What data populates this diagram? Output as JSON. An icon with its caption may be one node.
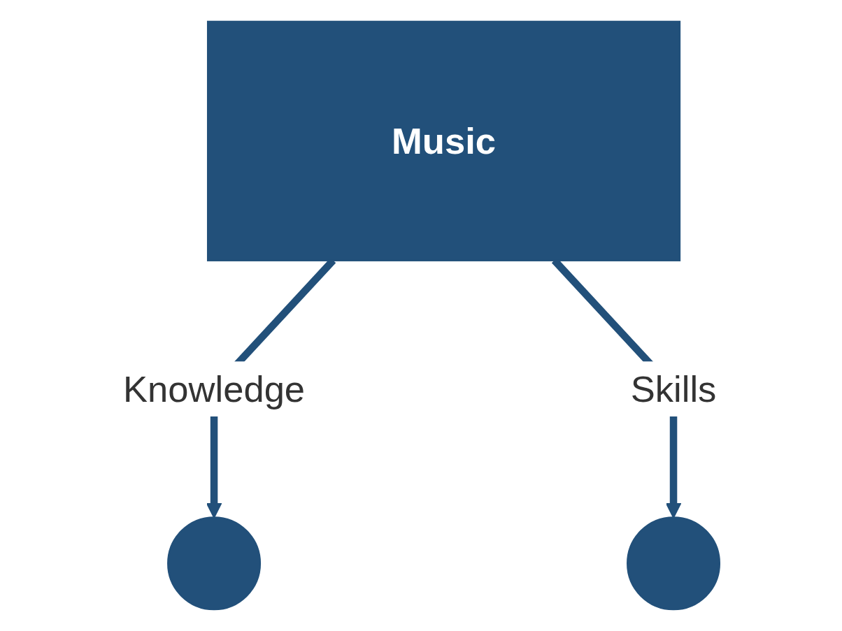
{
  "diagram": {
    "nodes": [
      {
        "text": [
          "Music"
        ]
      },
      {
        "text": [],
        "shape": "circle"
      },
      {
        "text": [],
        "shape": "circle"
      }
    ],
    "edges": [
      {
        "from": 0,
        "to": 1,
        "arrow": "to",
        "label": "Knowledge"
      },
      {
        "from": 0,
        "to": 2,
        "arrow": "to",
        "label": "Skills"
      }
    ]
  }
}
